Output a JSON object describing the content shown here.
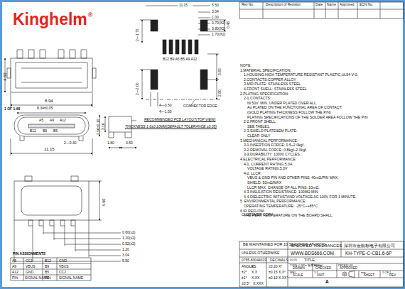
{
  "diagram": {
    "labels": [
      "Kinghelm",
      "®",
      "4.60",
      "8.94",
      "8.34±0.05",
      "1 OF 1.68",
      "A5",
      "A9",
      "A12",
      "B12",
      "B9",
      "B5",
      "2—0.30",
      "11.15",
      "2.56±0.10",
      "3.16",
      "1.80",
      "3.60",
      "4.60",
      "0.60(x2)",
      "1.20(x2)",
      "0.52(x2)",
      "1.20",
      "3.04",
      "5.50",
      "PIN ASSIGNMENTS",
      "A5",
      "CC1",
      "B12",
      "GND",
      "A9",
      "VBUS",
      "B9",
      "VBUS",
      "A12",
      "GND",
      "B5",
      "CC2",
      "PIN",
      "SIGNAL NAME",
      "PIN",
      "SIGNAL NAME",
      "11.15",
      "5.50",
      "3.04",
      "1.00",
      "0.70(X2)",
      "0.80(X2)",
      "1.70(X2)",
      "0.48",
      "2—1.75",
      "B12 B9 A5 B5 A9 A12",
      "3.60",
      "2—2.00",
      "2.80",
      "4—0.50",
      "4—1.00",
      "CONNECTOR EDGE",
      "RECOMMENDED PCB LAYOUT(TOP VIEW)",
      "THICKNESS 1.6±0.10MM(DEFAULT TOLERANCE:±0.05)",
      "Rev No.",
      "Description of Revision",
      "Date",
      "Name",
      "Approved",
      "ECN No.",
      "NOTE:",
      "1.MATERIAL SPECIFICATION:",
      "1.HOUSING:HIGH TEMPERATURE RESISTANT PLASTIC,UL94 V-0.",
      "2.CONTACTS:COPPER ALLOY",
      "3.MID PLATE: STAINLESS STEEL",
      "4.FRONT SHELL: STAINLESS STEEL",
      "2.PLATING SPECIFICATION:",
      "2-1.CONTACTS:",
      "Ni 50u\" MIN. UNDER PLATED OVER ALL.",
      "Au PLATED ON THE FUNCTIONAL AREA OF CONTACT:",
      "(GOLD PLATING THICKNESS FOLLOW THE P/N)",
      "PLATING SPECIFICATIONS OF THE SOLDER AREA FOLLOW THE P/N",
      "2-2.FRONT SHELL:",
      "SEE TABLE1.",
      "2-3.SHIELD PLATE&EM PLATE:",
      "CLEAR ONLY",
      "3.MECHANICAL PERFORMANCE:",
      "3-1.INSERTION FORCE: 0.5~2.0kgf.",
      "3-2.REMOVAL FORCE: 0.8kgf~2.0kgf.",
      "3-3.DURABILITY: 10000 CYCLES.",
      "4.ELECTRICAL PERFORMANCE:",
      "4-1. CURRENT RATING:5.0A",
      "VOLTAGE RATING:5.0V",
      "4-2. LLCR:",
      "VBUS & GND PIN AND OTHER PINS: 40mΩ/PIN MAX.",
      "SHIELD: 50mΩ/MAX",
      "LLCR MAX. CHANGE OF ALL PINS: 10mΩ.",
      "4-3.INSULATION RESISTANCE: 100MΩ  MIN",
      "4-4.DIELECTRIC WITHSTAND VOLTAGE:AC 100V FOR 1 MINUTE.",
      "5. ENVIRONMENTAL PERFORMANCE:",
      "OPERATING TEMPERATURE: -25°C~+85°C.",
      "6.IR REFLOW:",
      "THE PEAK TEMPERATURE ON THE BOARD SHALL",
      "BE MAINTAINED FOR 10 SECONDS AT 260°C.",
      "UNLESS OTHERWISE",
      "SPECIFED TOLERANCES",
      "深圳市金航标电子有限公司",
      "WWW.BDS666.COM",
      "KH-TYPE-C-CB1.6-6P",
      "0755-83044319",
      "DECIMALS:",
      "ANGLES",
      "X.",
      "±0.20",
      "X°",
      "±2°",
      "X.X",
      "±0.15",
      "X.X°",
      "±1°",
      "X.XX",
      "±0.10",
      "X.XX°",
      "±0.5°",
      "X.XXX",
      "±0.05",
      "TITLE",
      "TYPE-C 6Pin 板厚1.6mm",
      "DRAWN",
      "ACK.LI",
      "CHECKED",
      "PETER.LIU",
      "APPROVED",
      "WEI",
      "SCALE",
      "1:1",
      "UNIT",
      "mm",
      "SHEET",
      "1 OF 1",
      "REV",
      "A",
      "CUSTOMER COPY"
    ]
  }
}
